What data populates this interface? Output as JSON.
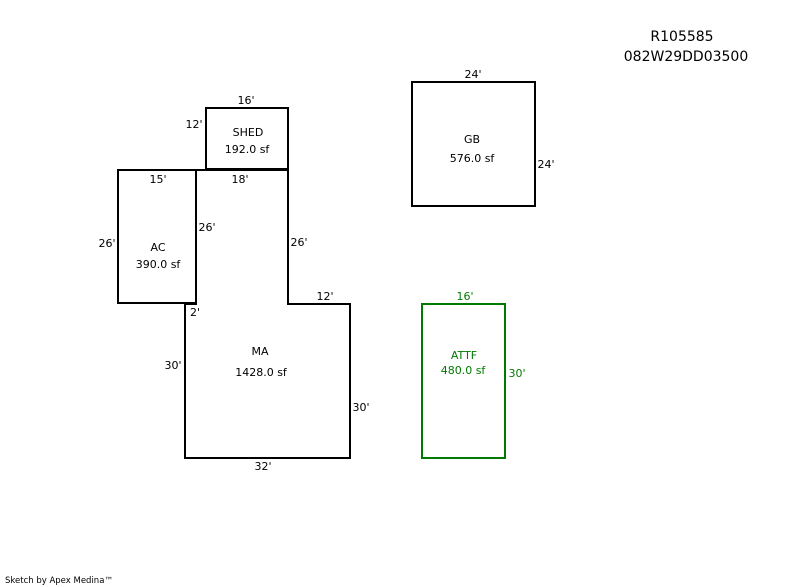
{
  "header": {
    "account_id": "R105585",
    "parcel_id": "082W29DD03500"
  },
  "credit": "Sketch by Apex Medina™",
  "colors": {
    "line": "#000000",
    "attf": "#007a00"
  },
  "areas": [
    {
      "code": "SHED",
      "area": "192.0 sf",
      "dims": [
        "16'",
        "12'"
      ]
    },
    {
      "code": "AC",
      "area": "390.0 sf",
      "dims": [
        "15'",
        "26'",
        "26'"
      ]
    },
    {
      "code": "MA",
      "area": "1428.0 sf",
      "dims": [
        "18'",
        "26'",
        "12'",
        "30'",
        "32'",
        "30'",
        "2'"
      ]
    },
    {
      "code": "GB",
      "area": "576.0 sf",
      "dims": [
        "24'",
        "24'"
      ]
    },
    {
      "code": "ATTF",
      "area": "480.0 sf",
      "dims": [
        "16'",
        "30'"
      ]
    }
  ]
}
